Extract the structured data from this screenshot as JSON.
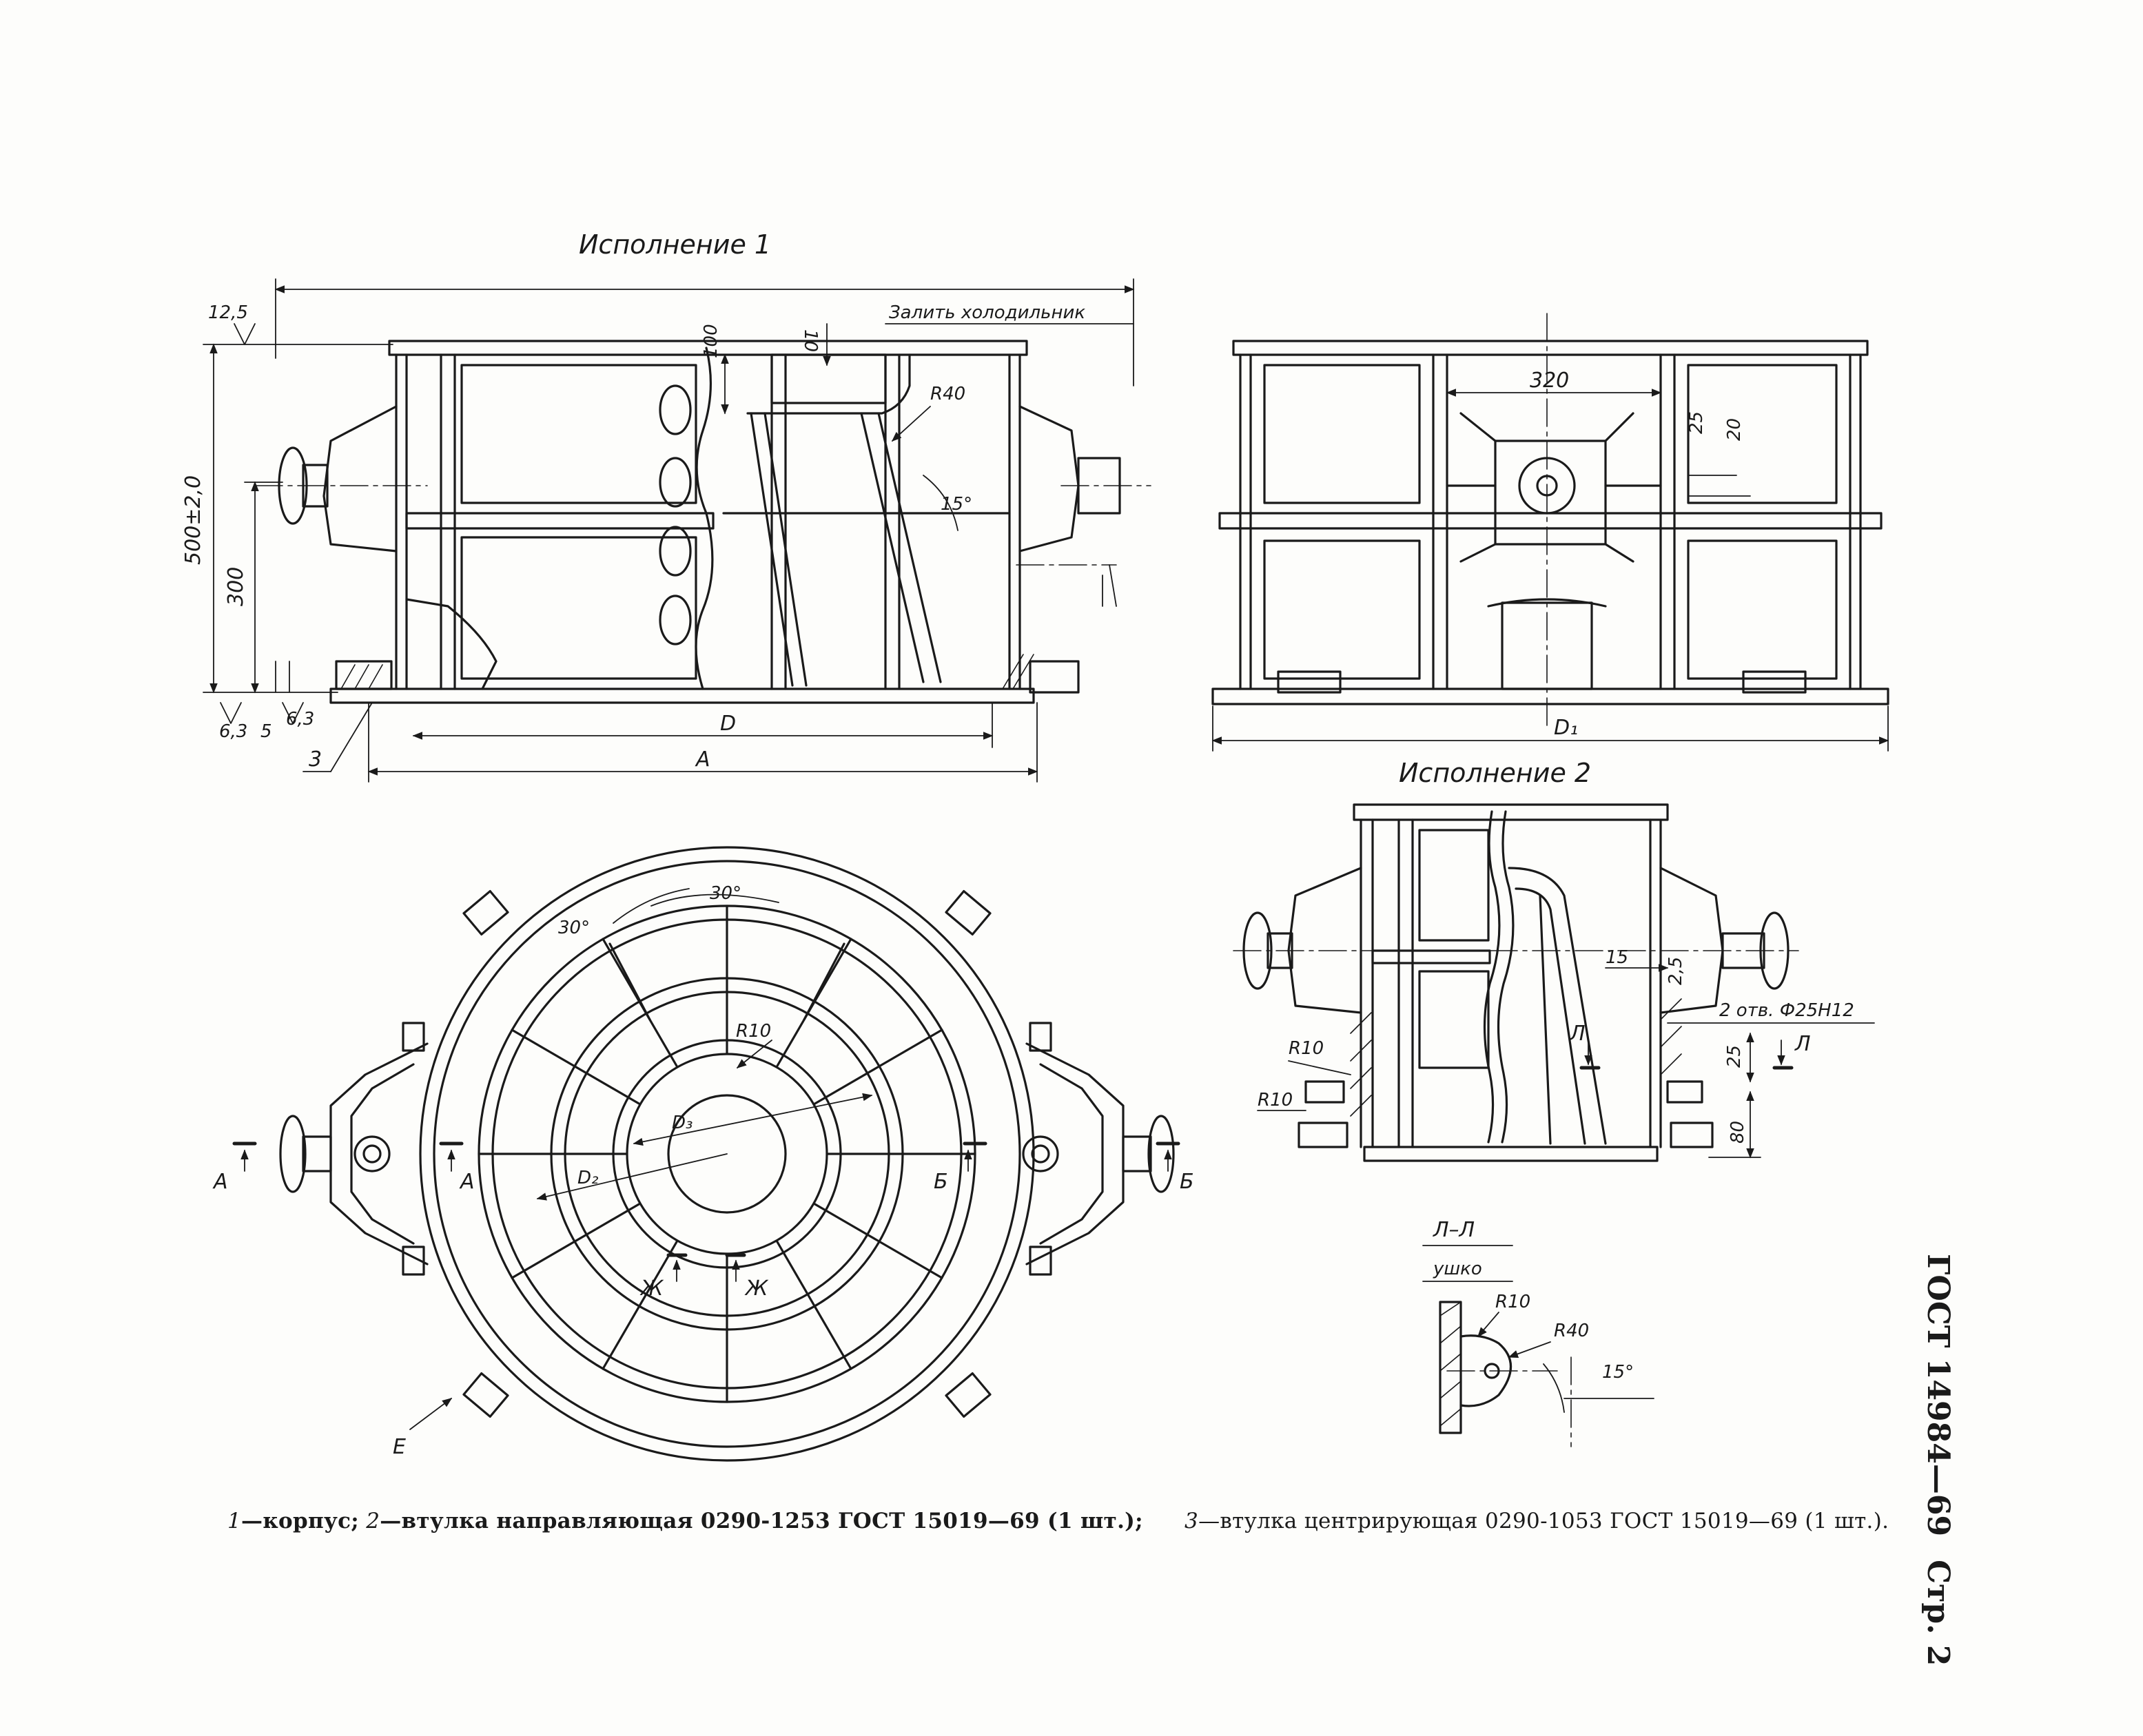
{
  "titles": {
    "variant1": "Исполнение 1",
    "variant2": "Исполнение 2"
  },
  "note": "Залить холодильник",
  "dims": {
    "d12_5": "12,5",
    "d10": "10",
    "d100": "100",
    "dR40": "R40",
    "d15deg": "15°",
    "d500": "500±2,0",
    "d300": "300",
    "d6_3a": "6,3",
    "d5": "5",
    "d6_3b": "6,3",
    "d3": "3",
    "dD": "D",
    "dA": "A",
    "d320": "320",
    "d25": "25",
    "d20": "20",
    "dD1": "D₁",
    "d30a": "30°",
    "d30b": "30°",
    "dR10": "R10",
    "dD3": "D₃",
    "dD2": "D₂",
    "v2_15": "15",
    "v2_2_5": "2,5",
    "v2_holes": "2 отв. Ф25Н12",
    "v2_R10a": "R10",
    "v2_R10b": "R10",
    "v2_25": "25",
    "v2_80": "80",
    "v2_L": "Л",
    "v2_L2": "Л",
    "sect_title": "Л–Л",
    "sect_sub": "ушко",
    "sect_R10": "R10",
    "sect_R40": "R40",
    "sect_15": "15°"
  },
  "markers": {
    "A_left": "А",
    "A_inner": "А",
    "B_right": "Б",
    "B_inner": "Б",
    "Zh_left": "Ж",
    "Zh_right": "Ж",
    "E": "Е"
  },
  "caption": {
    "n1": "1",
    "t1": "—корпус;",
    "n2": "2",
    "t2": "—втулка направляющая 0290-1253 ГОСТ 15019—69 (1 шт.);",
    "n3": "3",
    "t3": "—втулка центрирующая 0290-1053 ГОСТ 15019—69 (1 шт.)."
  },
  "side": {
    "standard": "ГОСТ 14984—69",
    "page": "Стр. 2"
  }
}
